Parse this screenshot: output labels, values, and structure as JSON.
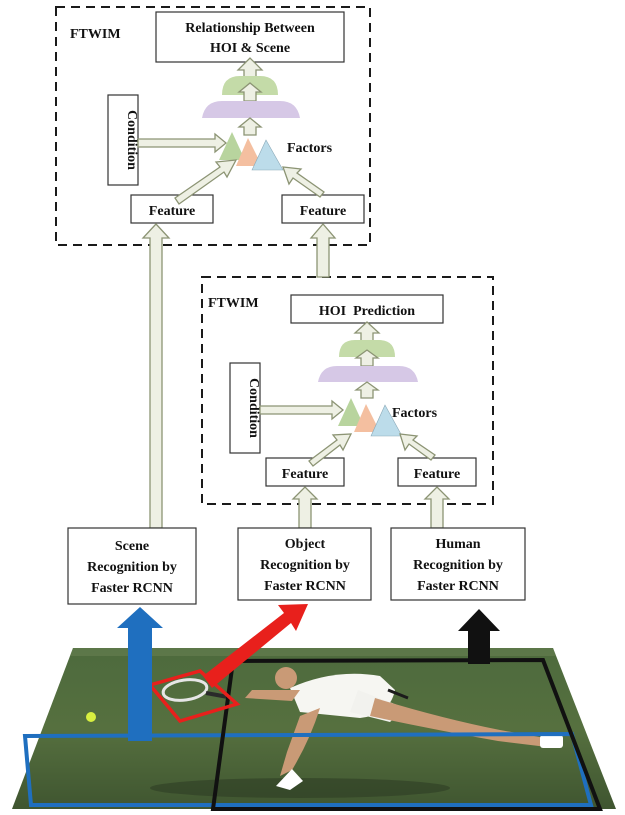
{
  "modules": {
    "upper": {
      "name": "FTWIM",
      "output": [
        "Relationship Between",
        "HOI & Scene"
      ],
      "condition": "Condition",
      "factors": "Factors",
      "feature_left": "Feature",
      "feature_right": "Feature"
    },
    "lower": {
      "name": "FTWIM",
      "output": "HOI  Prediction",
      "condition": "Condition",
      "factors": "Factors",
      "feature_left": "Feature",
      "feature_right": "Feature"
    }
  },
  "recognition": {
    "scene": [
      "Scene",
      "Recognition by",
      "Faster RCNN"
    ],
    "object": [
      "Object",
      "Recognition by",
      "Faster RCNN"
    ],
    "human": [
      "Human",
      "Recognition by",
      "Faster RCNN"
    ]
  },
  "colors": {
    "bar_green": "#c4dba8",
    "bar_purple": "#d6c8e6",
    "factor_green": "#b8d49e",
    "factor_orange": "#f4bfa0",
    "factor_blue": "#bcdcea",
    "scene_arrow": "#1f6fbf",
    "object_arrow": "#e8201c",
    "human_arrow": "#111111",
    "court": "#52693f"
  },
  "icons": {
    "scene_arrow": "arrow-up-icon",
    "object_arrow": "arrow-up-right-icon",
    "human_arrow": "arrow-up-icon"
  }
}
